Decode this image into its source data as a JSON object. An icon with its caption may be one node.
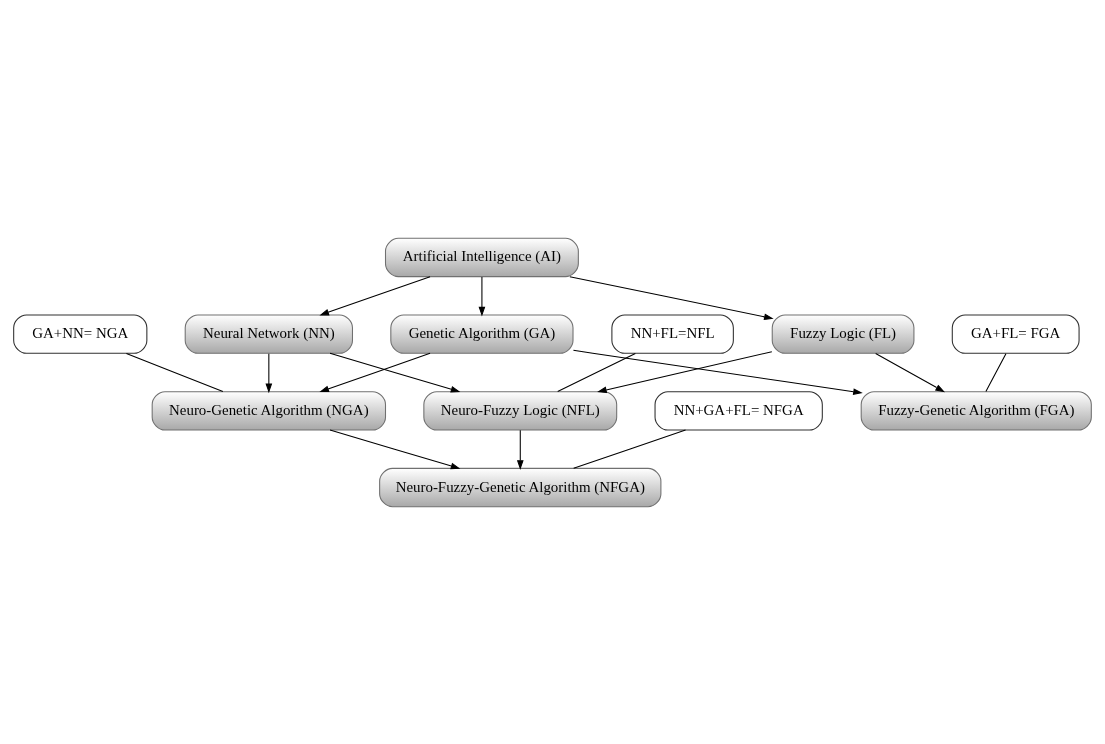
{
  "diagram": {
    "nodes": [
      {
        "text": [
          "Artificial Intelligence (AI)"
        ]
      },
      {
        "text": [
          "Genetic Algorithm (GA)"
        ]
      },
      {
        "text": [
          "Neural Network (NN)"
        ]
      },
      {
        "text": [
          "Fuzzy Logic (FL)"
        ]
      },
      {
        "text": [
          "Neuro-Genetic Algorithm (NGA)"
        ]
      },
      {
        "text": [
          "Neuro-Fuzzy Logic (NFL)"
        ]
      },
      {
        "text": [
          "Neuro-Fuzzy-Genetic Algorithm (NFGA)"
        ]
      },
      {
        "text": [
          "Fuzzy-Genetic Algorithm (FGA)"
        ]
      },
      {
        "text": [
          "NN+FL=NFL"
        ]
      },
      {
        "text": [
          "GA+NN= NGA"
        ]
      },
      {
        "text": [
          "NN+GA+FL= NFGA"
        ]
      },
      {
        "text": [
          "GA+FL= FGA"
        ]
      }
    ],
    "edges": [
      {
        "from": 0,
        "to": 1,
        "arrow": "to"
      },
      {
        "from": 0,
        "to": 2,
        "arrow": "to"
      },
      {
        "from": 0,
        "to": 3,
        "arrow": "to"
      },
      {
        "from": 1,
        "to": 4,
        "arrow": "to"
      },
      {
        "from": 2,
        "to": 4,
        "arrow": "to"
      },
      {
        "from": 2,
        "to": 5,
        "arrow": "to"
      },
      {
        "from": 3,
        "to": 5,
        "arrow": "to"
      },
      {
        "from": 4,
        "to": 6,
        "arrow": "to"
      },
      {
        "from": 5,
        "to": 6,
        "arrow": "to"
      },
      {
        "from": 1,
        "to": 7,
        "arrow": "to"
      },
      {
        "from": 3,
        "to": 7,
        "arrow": "to"
      },
      {
        "from": 8,
        "to": 5,
        "arrow": "none"
      },
      {
        "from": 9,
        "to": 4,
        "arrow": "none"
      },
      {
        "from": 10,
        "to": 6,
        "arrow": "none"
      },
      {
        "from": 11,
        "to": 7,
        "arrow": "none"
      }
    ]
  }
}
